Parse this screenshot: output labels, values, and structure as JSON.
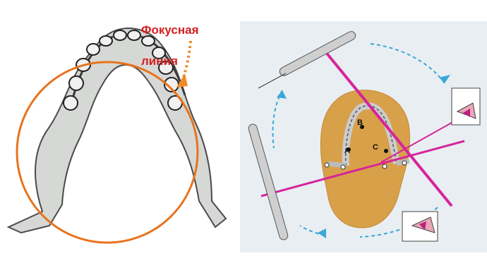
{
  "left_panel": {
    "focal_label_line1": "Фокусная",
    "focal_label_line2": "линия",
    "colors": {
      "focal_circle": "#e8731c",
      "focal_arrow": "#f08a24",
      "label": "#d41f1f"
    }
  },
  "right_panel": {
    "point_labels": [
      "B",
      "A",
      "C"
    ],
    "colors": {
      "head": "#d9a04a",
      "beam": "#d6249b",
      "rotation_arrows": "#39a7d8",
      "background": "#e9eef2"
    }
  }
}
